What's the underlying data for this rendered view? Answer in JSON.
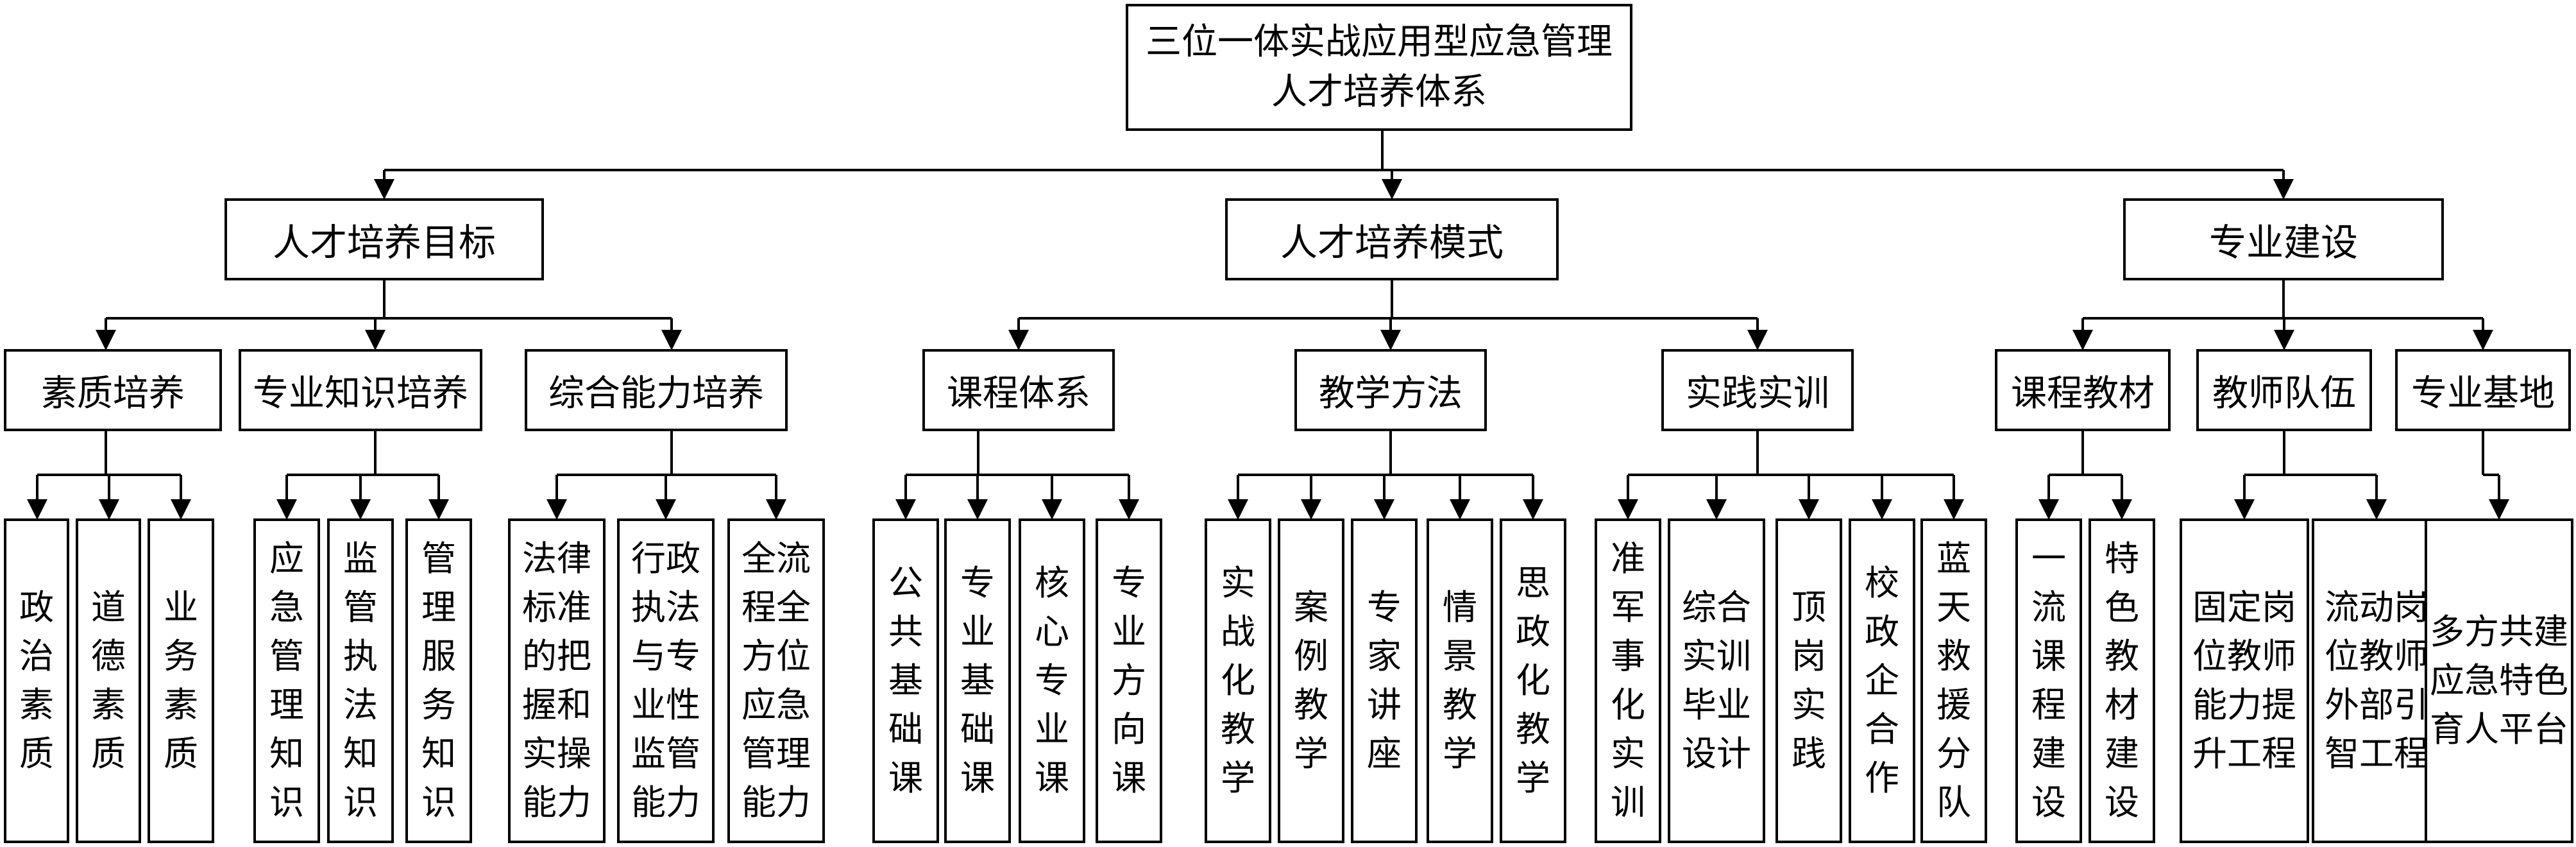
{
  "root": {
    "line1": "三位一体实战应用型应急管理",
    "line2": "人才培养体系"
  },
  "branches": [
    {
      "label": "人才培养目标",
      "groups": [
        {
          "label": "素质培养",
          "leaves": [
            "政治素质",
            "道德素质",
            "业务素质"
          ]
        },
        {
          "label": "专业知识培养",
          "leaves": [
            "应急管理知识",
            "监管执法知识",
            "管理服务知识"
          ]
        },
        {
          "label": "综合能力培养",
          "leaves": [
            "法律标准的把握和实操能力",
            "行政执法与专业性监管能力",
            "全流程全方位应急管理能力"
          ]
        }
      ]
    },
    {
      "label": "人才培养模式",
      "groups": [
        {
          "label": "课程体系",
          "leaves": [
            "公共基础课",
            "专业基础课",
            "核心专业课",
            "专业方向课"
          ]
        },
        {
          "label": "教学方法",
          "leaves": [
            "实战化教学",
            "案例教学",
            "专家讲座",
            "情景教学",
            "思政化教学"
          ]
        },
        {
          "label": "实践实训",
          "leaves": [
            "准军事化实训",
            "综合实训毕业设计",
            "顶岗实践",
            "校政企合作",
            "蓝天救援分队"
          ]
        }
      ]
    },
    {
      "label": "专业建设",
      "groups": [
        {
          "label": "课程教材",
          "leaves": [
            "一流课程建设",
            "特色教材建设"
          ]
        },
        {
          "label": "教师队伍",
          "leaves": [
            "固定岗位教师能力提升工程",
            "流动岗位教师外部引智工程"
          ]
        },
        {
          "label": "专业基地",
          "leaves": [
            "多方共建应急特色育人平台"
          ]
        }
      ]
    }
  ]
}
